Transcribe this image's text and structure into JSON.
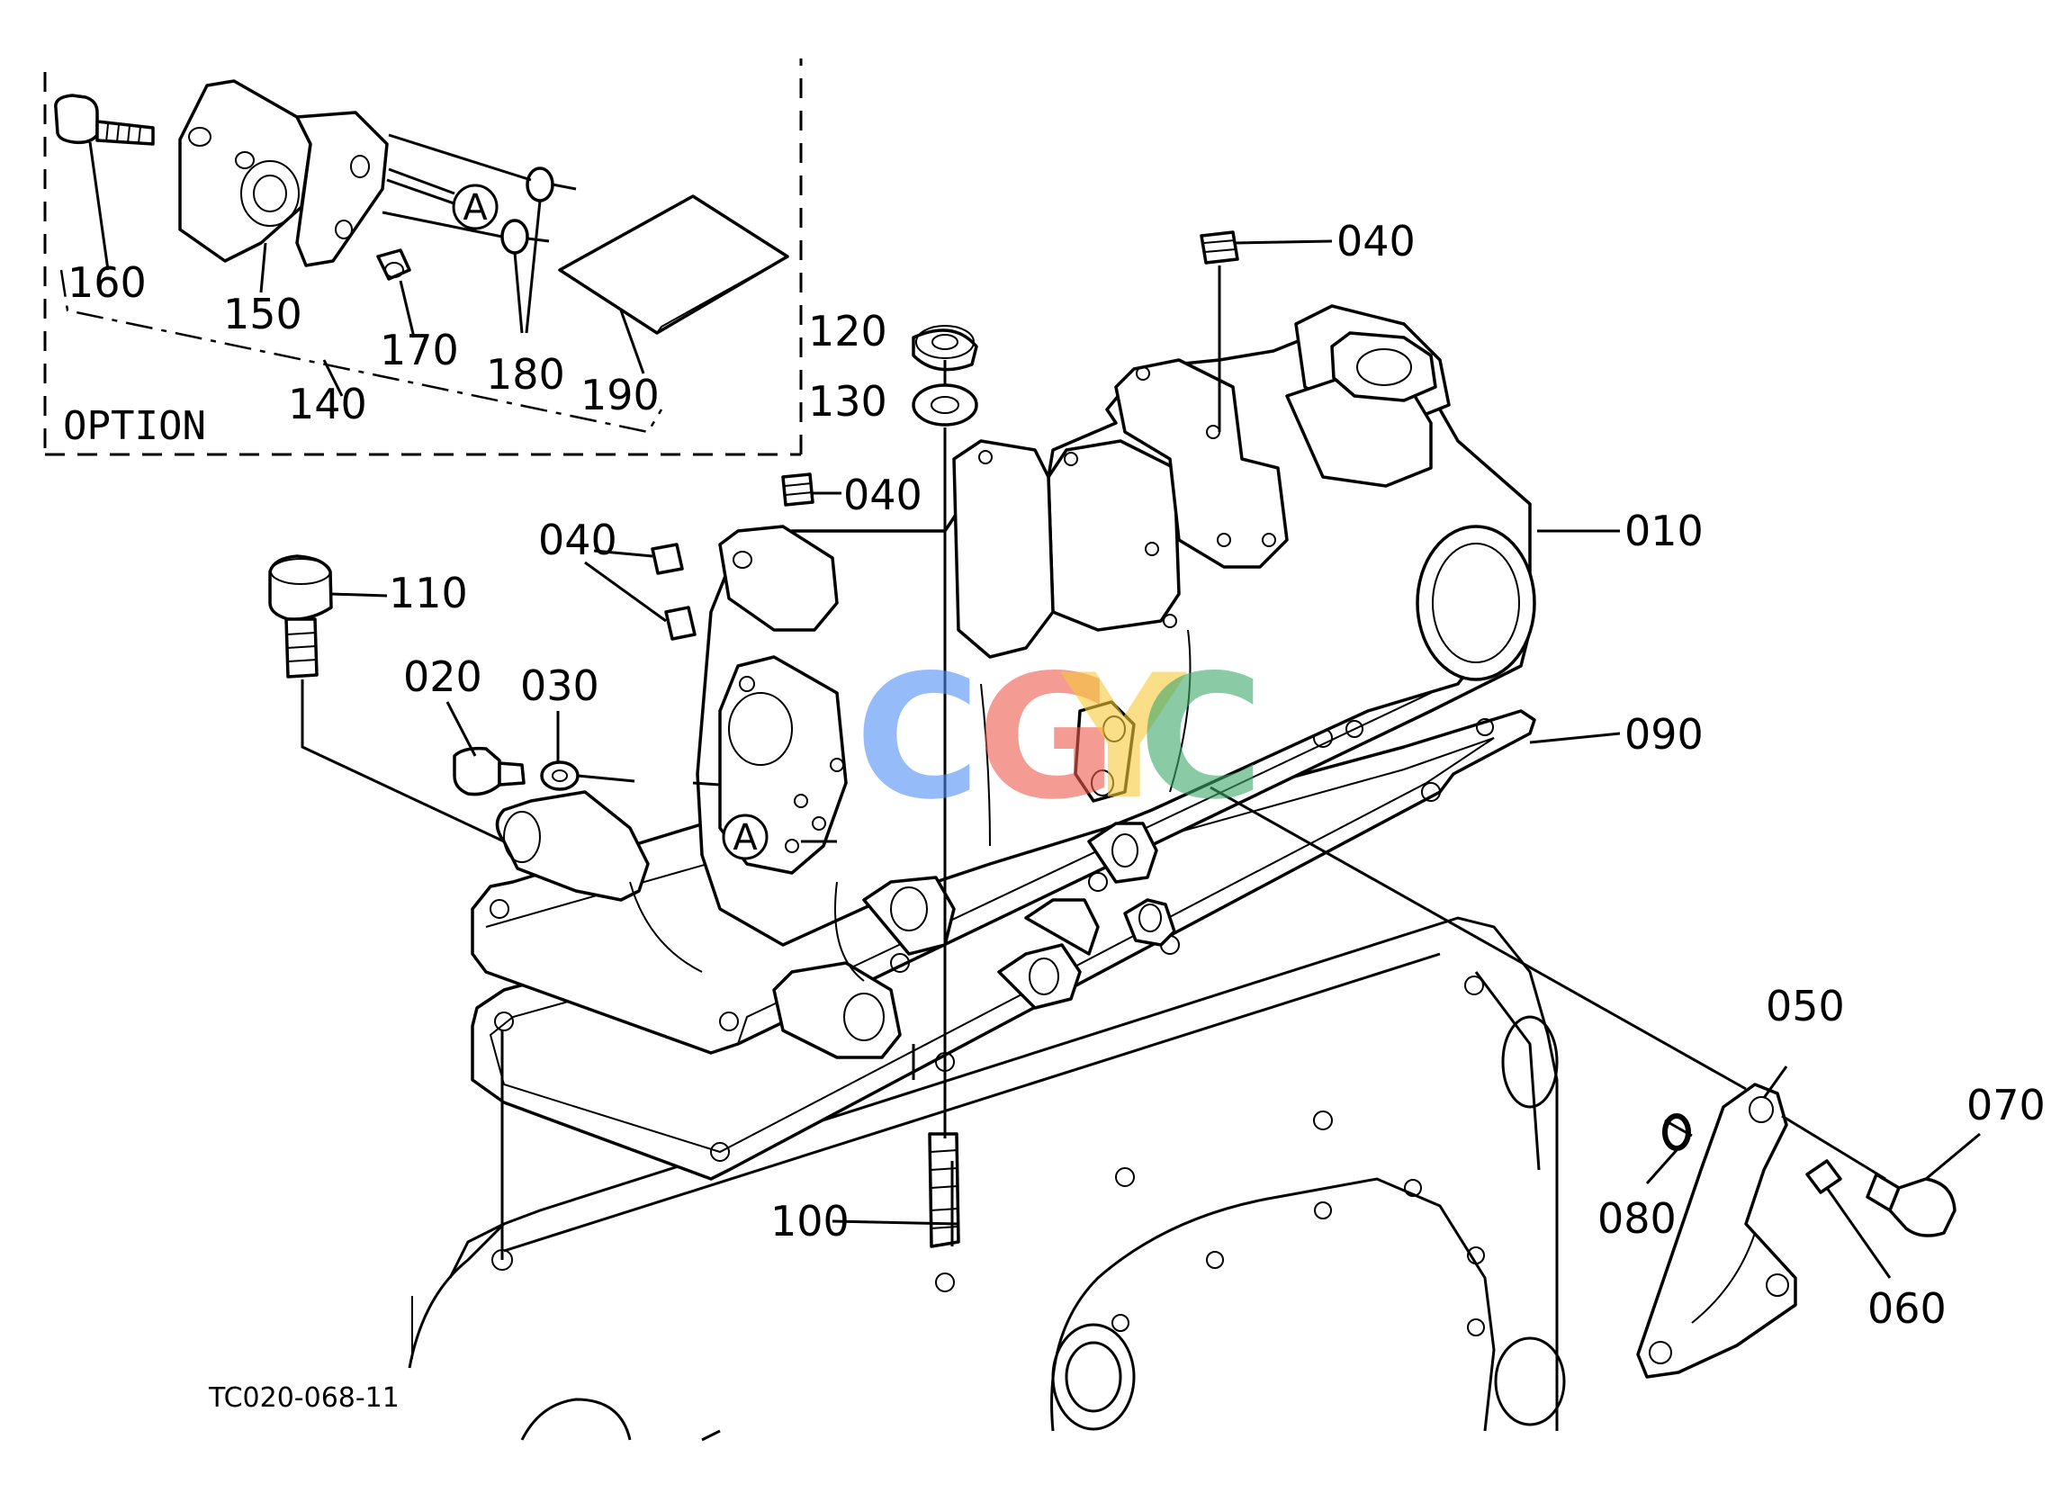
{
  "labels": {
    "p010": "010",
    "p020": "020",
    "p030": "030",
    "p040a": "040",
    "p040b": "040",
    "p040c": "040",
    "p050": "050",
    "p060": "060",
    "p070": "070",
    "p080": "080",
    "p090": "090",
    "p100": "100",
    "p110": "110",
    "p120": "120",
    "p130": "130",
    "p140": "140",
    "p150": "150",
    "p160": "160",
    "p170": "170",
    "p180": "180",
    "p190": "190"
  },
  "option_label": "OPTION",
  "ref_a1": "A",
  "ref_a2": "A",
  "drawing_code": "TC020-068-11",
  "watermark": {
    "letters": [
      "C",
      "G",
      "Y",
      "C"
    ],
    "colors": [
      "#4f8ff5",
      "#ee5a4d",
      "#f7cb3a",
      "#3ea86a"
    ]
  }
}
